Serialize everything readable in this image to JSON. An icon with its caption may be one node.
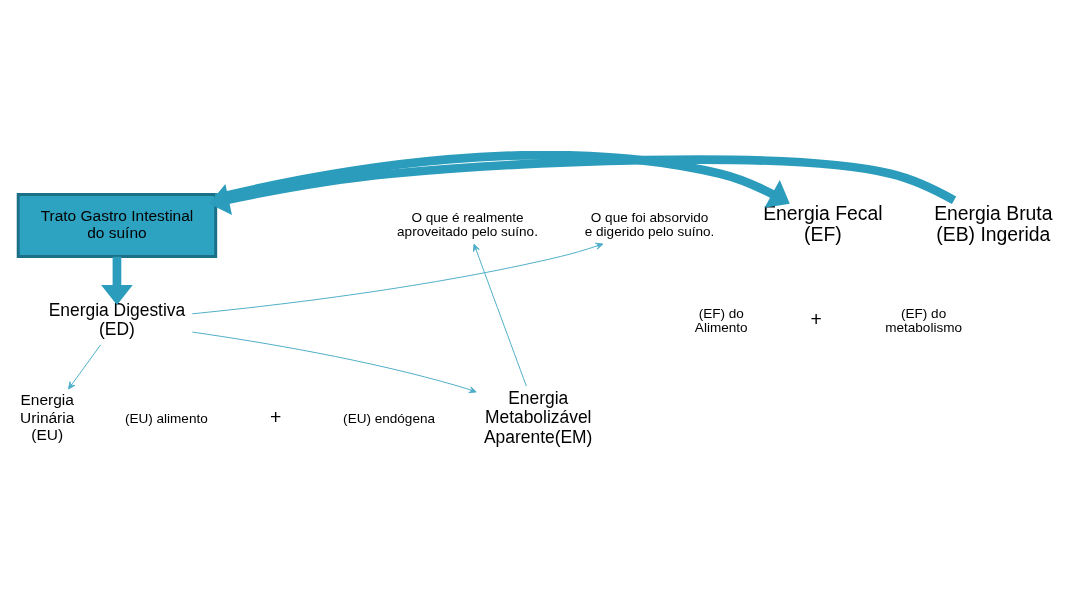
{
  "diagram": {
    "nodes": [
      {
        "text": [
          "Trato Gastro Intestinal do suíno"
        ]
      },
      {
        "text": [
          "Energia Bruta (EB) Ingerida"
        ]
      },
      {
        "text": [
          "Energia Fecal (EF)"
        ]
      },
      {
        "text": [
          "(EF) do Alimento"
        ]
      },
      {
        "text": [
          "(EF) do metabolismo"
        ]
      },
      {
        "text": [
          "Energia Digestiva (ED)"
        ]
      },
      {
        "text": [
          "O que foi absorvido e digerido pelo suíno."
        ]
      },
      {
        "text": [
          "Energia Urinária (EU)"
        ]
      },
      {
        "text": [
          "(EU) alimento"
        ]
      },
      {
        "text": [
          "(EU) endógena"
        ]
      },
      {
        "text": [
          "Energia Metabolizável Aparente(EM)"
        ]
      },
      {
        "text": [
          "O que é realmente aproveitado pelo suíno."
        ]
      }
    ],
    "edges": [
      {
        "from": 1,
        "to": 0,
        "arrow": "to",
        "style": "thick",
        "color": "#2b9cbb"
      },
      {
        "from": 0,
        "to": 2,
        "arrow": "to",
        "style": "thick",
        "color": "#2b9cbb"
      },
      {
        "from": 0,
        "to": 5,
        "arrow": "to",
        "style": "thick",
        "color": "#2b9cbb"
      },
      {
        "from": 5,
        "to": 6,
        "arrow": "to"
      },
      {
        "from": 5,
        "to": 7,
        "arrow": "to"
      },
      {
        "from": 5,
        "to": 10,
        "arrow": "to"
      },
      {
        "from": 10,
        "to": 11,
        "arrow": "to"
      }
    ],
    "labels": [
      "+",
      "+"
    ]
  }
}
